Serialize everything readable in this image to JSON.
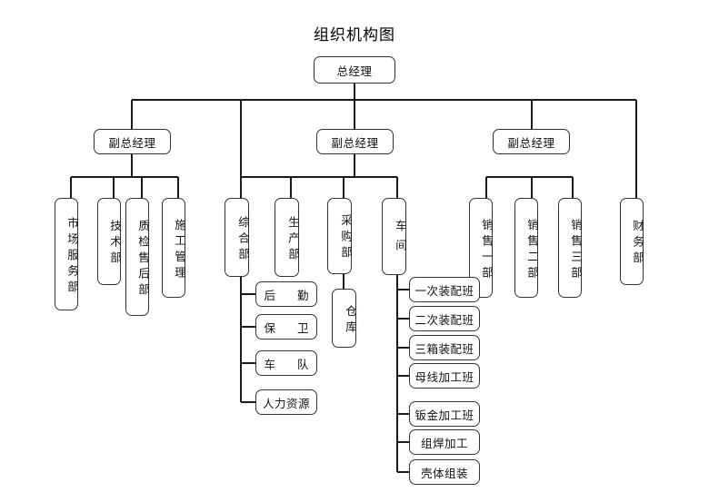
{
  "title": "组织机构图",
  "chart": {
    "type": "org-chart",
    "root": {
      "label": "总经理"
    },
    "level2": [
      {
        "label": "副总经理"
      },
      {
        "label": "副总经理"
      },
      {
        "label": "副总经理"
      }
    ],
    "branch1": [
      {
        "label": "市场服务部"
      },
      {
        "label": "技术部"
      },
      {
        "label": "质检售后部"
      },
      {
        "label": "施工管理"
      }
    ],
    "branch2": [
      {
        "label": "综合部"
      },
      {
        "label": "生产部"
      },
      {
        "label": "采购部"
      },
      {
        "label": "车间"
      }
    ],
    "branch3": [
      {
        "label": "销售一部"
      },
      {
        "label": "销售二部"
      },
      {
        "label": "销售三部"
      }
    ],
    "standalone": [
      {
        "label": "财务部"
      }
    ],
    "zonghebu_children": [
      {
        "label": "后 勤"
      },
      {
        "label": "保 卫"
      },
      {
        "label": "车 队"
      },
      {
        "label": "人力资源"
      }
    ],
    "caigoubu_children": [
      {
        "label": "仓库"
      }
    ],
    "chejian_children": [
      {
        "label": "一次装配班"
      },
      {
        "label": "二次装配班"
      },
      {
        "label": "三箱装配班"
      },
      {
        "label": "母线加工班"
      },
      {
        "label": "钣金加工班"
      },
      {
        "label": "组焊加工"
      },
      {
        "label": "壳体组装"
      }
    ]
  },
  "colors": {
    "line": "#1a1a1a",
    "box_border": "#333333",
    "background": "#ffffff",
    "text": "#111111"
  }
}
